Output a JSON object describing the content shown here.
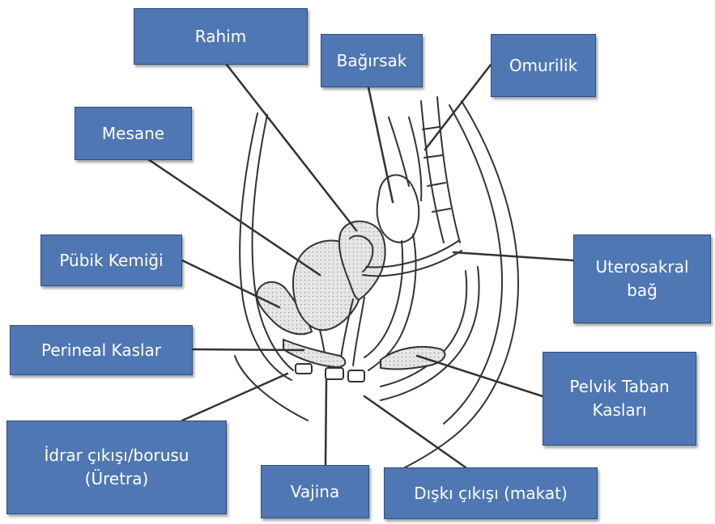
{
  "labels": {
    "rahim": "Rahim",
    "bagirsak": "Bağırsak",
    "omurilik": "Omurilik",
    "mesane": "Mesane",
    "pubik_kemigi": "Pübik Kemiği",
    "uterosakral_line1": "Uterosakral",
    "uterosakral_line2": "bağ",
    "perineal_kaslar": "Perineal Kaslar",
    "pelvik_line1": "Pelvik Taban",
    "pelvik_line2": "Kasları",
    "idrar_line1": "İdrar çıkışı/borusu",
    "idrar_line2": "(Üretra)",
    "vajina": "Vajina",
    "diski": "Dışkı çıkışı (makat)"
  },
  "colors": {
    "label_fill": "#4f77b3",
    "label_border": "#2d4f80",
    "label_text": "#ffffff",
    "line": "#333333",
    "tissue_stipple": "#d8d8d8"
  }
}
